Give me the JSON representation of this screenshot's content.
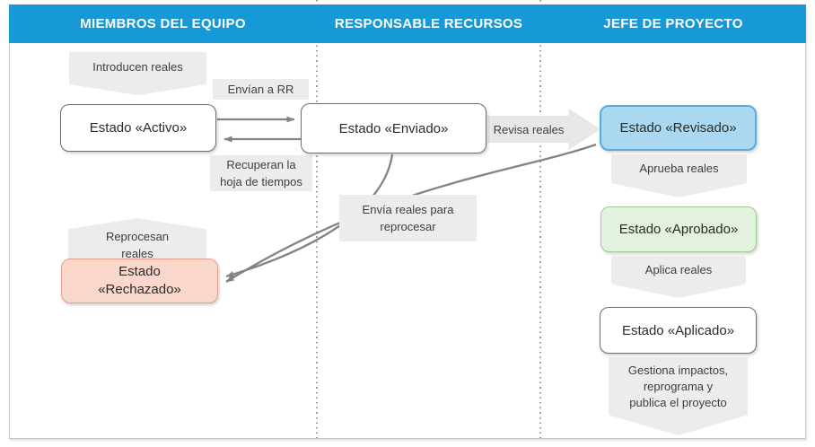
{
  "header": {
    "bg_color": "#1699d6",
    "columns": [
      "MIEMBROS DEL EQUIPO",
      "RESPONSABLE RECURSOS",
      "JEFE DE PROYECTO"
    ]
  },
  "nodes": {
    "activo": {
      "label": "Estado «Activo»",
      "fill": "#ffffff",
      "border": "#6f6f6f"
    },
    "enviado": {
      "label": "Estado «Enviado»",
      "fill": "#ffffff",
      "border": "#6f6f6f"
    },
    "rechazado": {
      "line1": "Estado",
      "line2": "«Rechazado»",
      "fill": "#f9d7cb",
      "border": "#e89e8b"
    },
    "revisado": {
      "label": "Estado «Revisado»",
      "fill": "#a9d8f0",
      "border": "#56addf"
    },
    "aprobado": {
      "label": "Estado «Aprobado»",
      "fill": "#e3f2de",
      "border": "#9ccd93"
    },
    "aplicado": {
      "label": "Estado «Aplicado»",
      "fill": "#ffffff",
      "border": "#6f6f6f"
    }
  },
  "labels": {
    "introducen": "Introducen reales",
    "envian_rr": "Envían a RR",
    "recuperan": [
      "Recuperan la",
      "hoja de tiempos"
    ],
    "reprocesan": [
      "Reprocesan",
      "reales"
    ],
    "envia_reprocesar": [
      "Envía reales para",
      "reprocesar"
    ],
    "revisa": "Revisa reales",
    "aprueba": "Aprueba reales",
    "aplica": "Aplica reales",
    "gestiona": [
      "Gestiona impactos,",
      "reprograma y",
      "publica el proyecto"
    ]
  },
  "style": {
    "label_bg": "#ececec",
    "arrow_color": "#838383",
    "divider_color": "#9a9a9a",
    "frame_border": "#c6c6c6"
  }
}
